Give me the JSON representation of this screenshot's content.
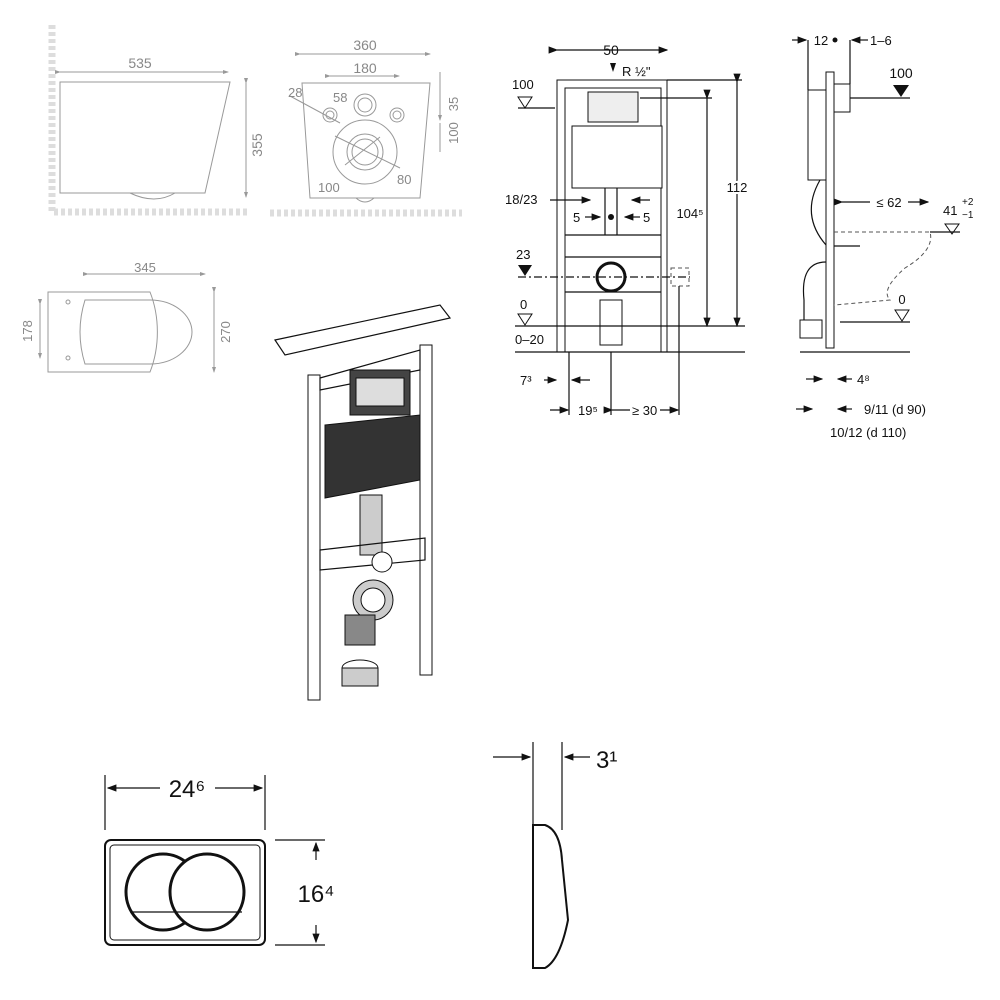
{
  "bowl_side_view": {
    "width": "535",
    "height": "355"
  },
  "bowl_rear_view": {
    "outer_width": "360",
    "bolt_spacing": "180",
    "bolt_hole": "28",
    "inlet": "58",
    "offset": "35",
    "vertical_spacing": "100",
    "outlet_outer": "100",
    "outlet_inner": "80"
  },
  "bowl_top_view": {
    "length": "345",
    "bolt_span": "178",
    "width": "270"
  },
  "frame_front_view": {
    "width": "50",
    "water_inlet": "R ½\"",
    "level_top": "100",
    "bracket": "18/23",
    "offset_left": "5",
    "offset_right": "5",
    "level_drain": "23",
    "level_floor": "0",
    "floor_range": "0–20",
    "height_inner": "104⁵",
    "height_total": "112",
    "foot_offset": "7³",
    "axis_offset": "19⁵",
    "socket_distance": "≥ 30"
  },
  "frame_side_view": {
    "depth": "12",
    "plate_gap": "1–6",
    "level_top": "100",
    "bowl_projection": "≤ 62",
    "seat_height": "41",
    "tol_plus": "+2",
    "tol_minus": "−1",
    "level_floor": "0",
    "pipe_offset": "4⁸",
    "pipe_d90": "9/11 (d 90)",
    "pipe_d110": "10/12 (d 110)"
  },
  "flush_plate": {
    "width": "24⁶",
    "height": "16⁴",
    "depth": "3¹"
  }
}
